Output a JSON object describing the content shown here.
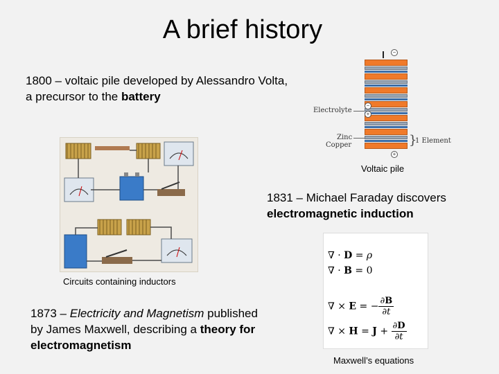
{
  "slide": {
    "title": "A brief history"
  },
  "entries": {
    "e1800_pre": "1800 – voltaic pile developed by Alessandro Volta, a precursor to the ",
    "e1800_bold": "battery",
    "e1831_pre": "1831 – Michael Faraday discovers ",
    "e1831_bold": "electromagnetic induction",
    "e1873_pre": "1873 – ",
    "e1873_italic": "Electricity and Magnetism",
    "e1873_mid": " published by James Maxwell, describing a ",
    "e1873_bold": "theory for electromagnetism"
  },
  "captions": {
    "voltaic_pile": "Voltaic pile",
    "circuits": "Circuits containing inductors",
    "maxwell": "Maxwell’s equations"
  },
  "pile_figure": {
    "electrolyte": "Electrolyte",
    "zinc": "Zinc",
    "copper": "Copper",
    "element": "1 Element"
  }
}
